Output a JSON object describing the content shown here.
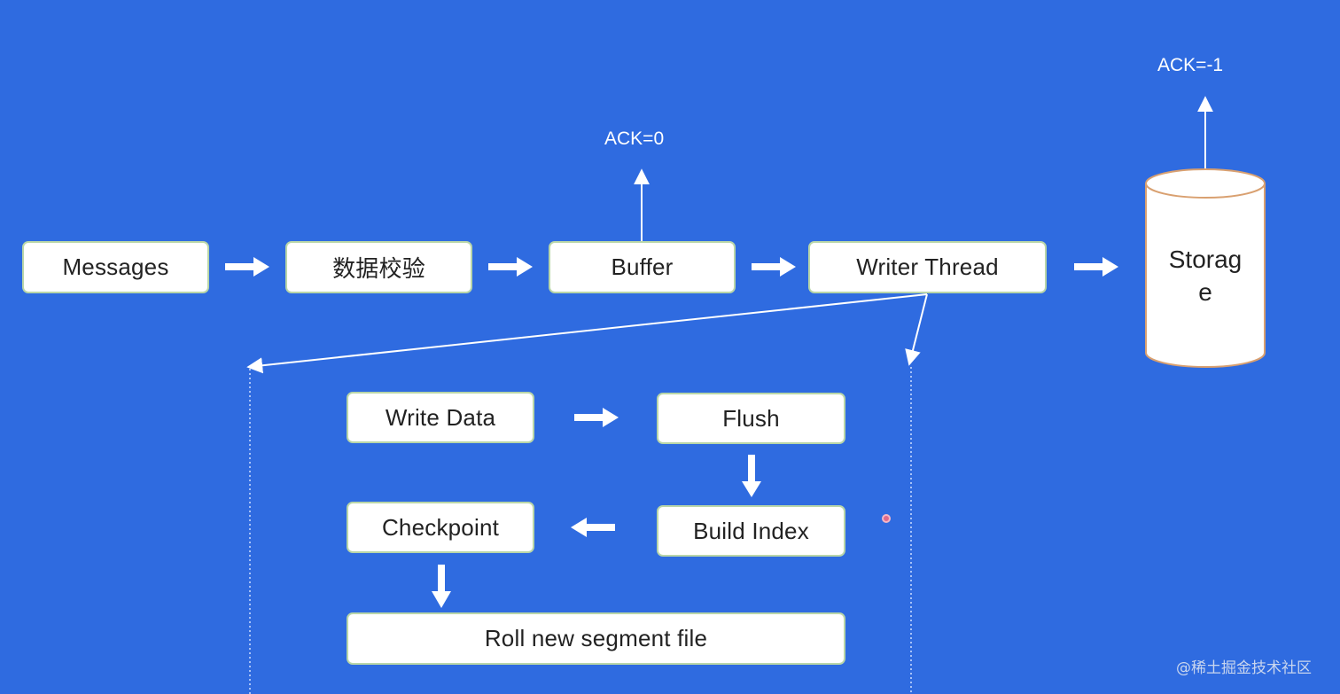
{
  "pipeline": {
    "messages": "Messages",
    "validation": "数据校验",
    "buffer": "Buffer",
    "writer_thread": "Writer Thread",
    "storage_line1": "Storag",
    "storage_line2": "e"
  },
  "acks": {
    "buffer_ack": "ACK=0",
    "storage_ack": "ACK=-1"
  },
  "writer_steps": {
    "write_data": "Write Data",
    "flush": "Flush",
    "build_index": "Build Index",
    "checkpoint": "Checkpoint",
    "roll_segment": "Roll new segment file"
  },
  "watermark": "@稀土掘金技术社区",
  "colors": {
    "background": "#2f6be0",
    "box_fill": "#ffffff",
    "box_border": "#b9d6a8",
    "arrow": "#ffffff"
  }
}
